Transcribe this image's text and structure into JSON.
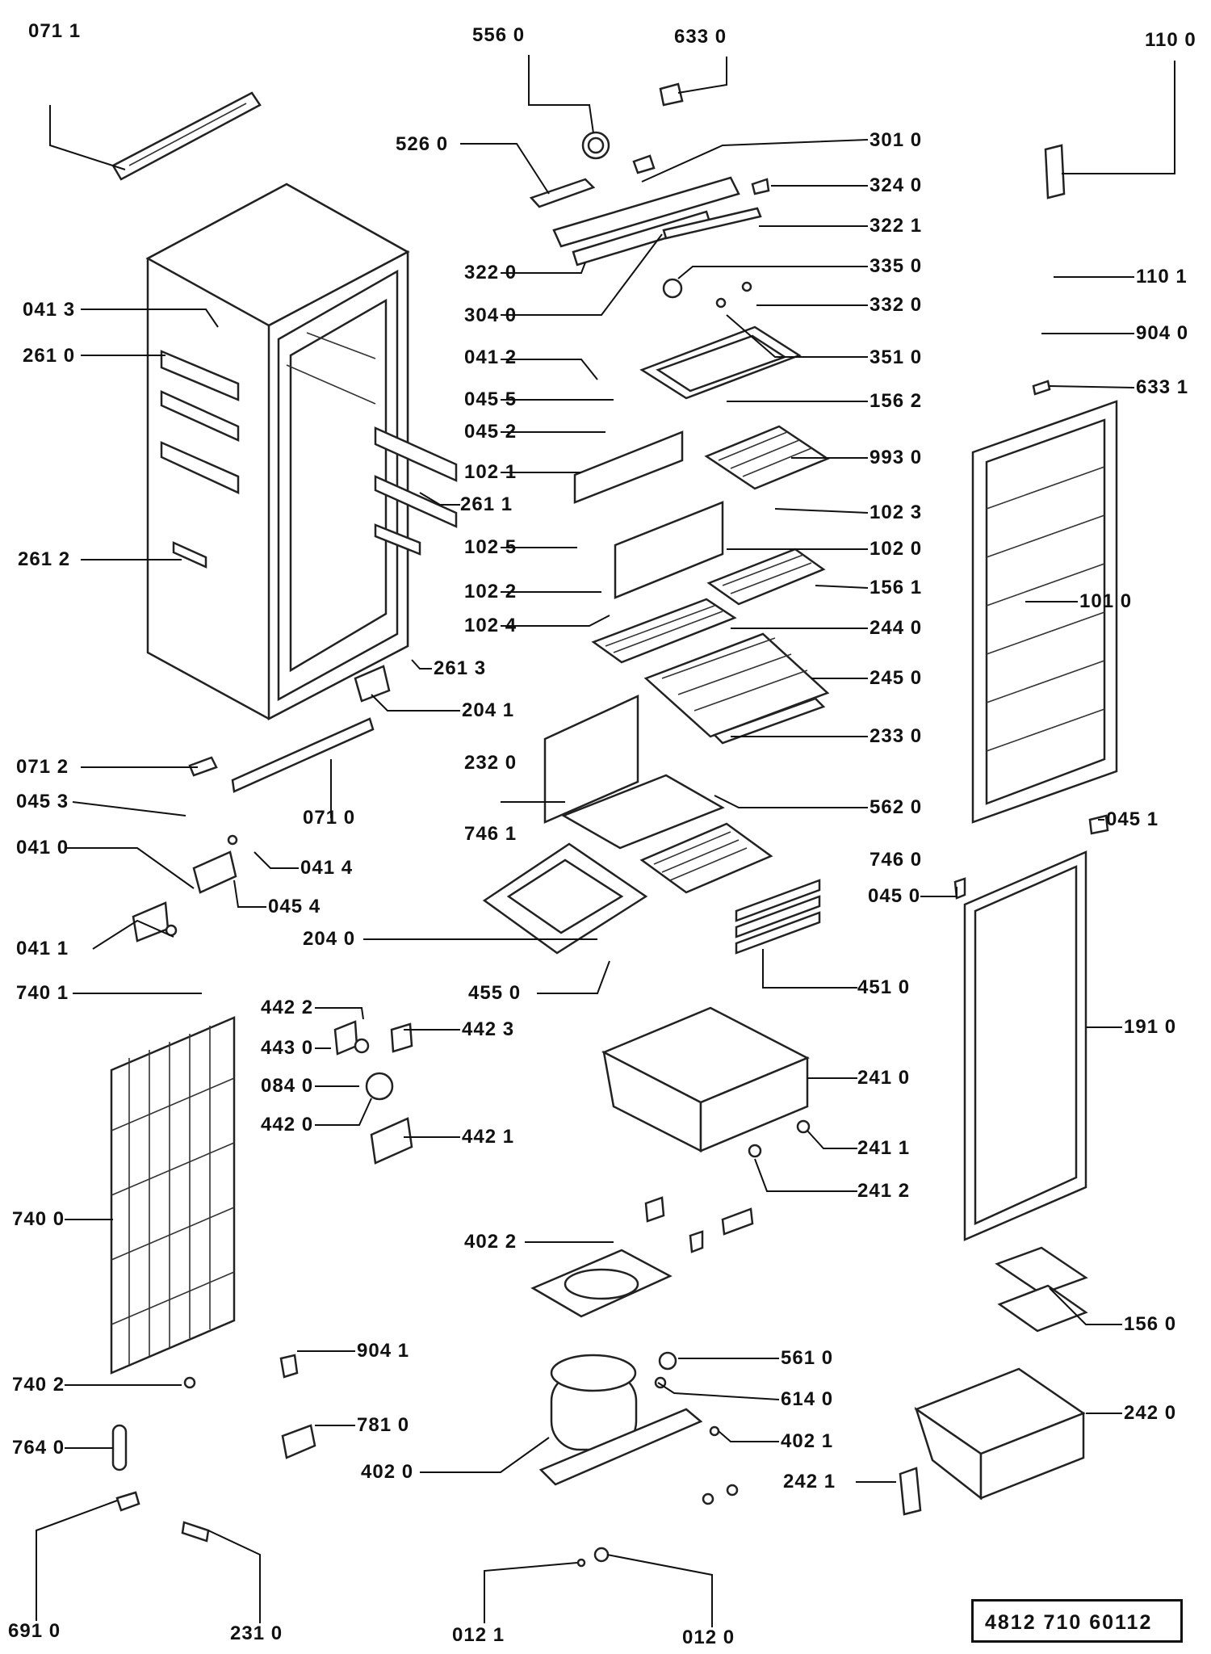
{
  "labels": {
    "l0711": "071 1",
    "l5560": "556 0",
    "l6330": "633 0",
    "l1100": "110 0",
    "l5260": "526 0",
    "l3010": "301 0",
    "l3240": "324 0",
    "l3221": "322 1",
    "l3220": "322 0",
    "l3350": "335 0",
    "l1101": "110 1",
    "l0413": "041 3",
    "l3040": "304 0",
    "l3320": "332 0",
    "l9040": "904 0",
    "l2610": "261 0",
    "l3510": "351 0",
    "l0412": "041 2",
    "l6331": "633 1",
    "l0455": "045 5",
    "l1562": "156 2",
    "l0452": "045 2",
    "l1021": "102 1",
    "l9930": "993 0",
    "l2611": "261 1",
    "l1023": "102 3",
    "l2612": "261 2",
    "l1025": "102 5",
    "l1020": "102 0",
    "l1022": "102 2",
    "l1561": "156 1",
    "l1010": "101 0",
    "l1024": "102 4",
    "l2440": "244 0",
    "l2613": "261 3",
    "l2450": "245 0",
    "l2041": "204 1",
    "l2330": "233 0",
    "l0712": "071 2",
    "l2320": "232 0",
    "l0453": "045 3",
    "l0710": "071 0",
    "l5620": "562 0",
    "l7461": "746 1",
    "l0410": "041 0",
    "l0414": "041 4",
    "l7460": "746 0",
    "l0451": "045 1",
    "l0450": "045 0",
    "l0454": "045 4",
    "l0411": "041 1",
    "l2040": "204 0",
    "l7401": "740 1",
    "l4550": "455 0",
    "l4510": "451 0",
    "l4422": "442 2",
    "l4423": "442 3",
    "l1910": "191 0",
    "l4430": "443 0",
    "l0840": "084 0",
    "l2410": "241 0",
    "l4420": "442 0",
    "l4421": "442 1",
    "l2411": "241 1",
    "l2412": "241 2",
    "l7400": "740 0",
    "l4022": "402 2",
    "l1560": "156 0",
    "l9041": "904 1",
    "l5610": "561 0",
    "l7402": "740 2",
    "l6140": "614 0",
    "l2420": "242 0",
    "l7810": "781 0",
    "l4021": "402 1",
    "l7640": "764 0",
    "l4020": "402 0",
    "l2421": "242 1",
    "l6910": "691 0",
    "l2310": "231 0",
    "l0121": "012 1",
    "l0120": "012 0"
  },
  "reference_code": "4812  710  60112"
}
